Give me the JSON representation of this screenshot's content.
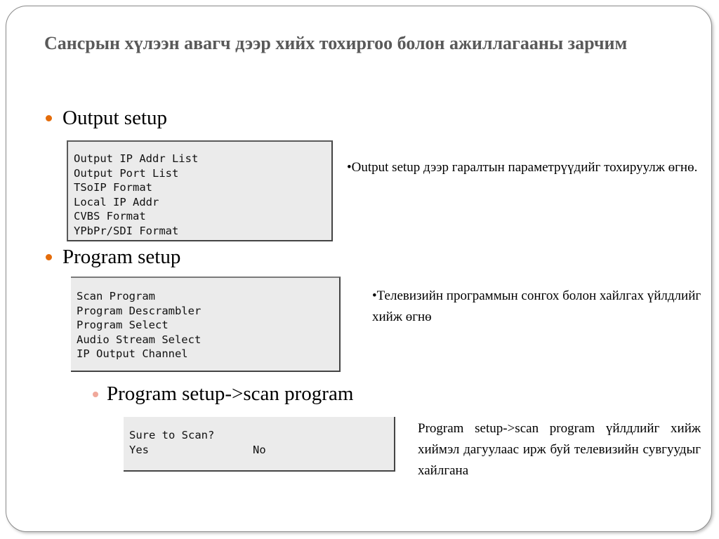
{
  "slide": {
    "title": "Сансрын хүлээн авагч дээр хийх тохиргоо болон ажиллагааны зарчим",
    "colors": {
      "bullet": "#e46c0a",
      "sub_bullet": "#f0a89a",
      "title": "#595959",
      "menu_bg": "#ebebeb"
    },
    "sections": [
      {
        "heading": "Output setup",
        "menu": [
          "Output IP Addr List",
          "Output Port List",
          "TSoIP Format",
          "Local IP Addr",
          "CVBS Format",
          "YPbPr/SDI Format"
        ],
        "description": "•Output setup дээр гаралтын параметрүүдийг тохируулж өгнө."
      },
      {
        "heading": "Program setup",
        "menu": [
          "Scan Program",
          "Program Descrambler",
          "Program Select",
          "Audio Stream Select",
          "IP Output Channel"
        ],
        "description": "•Телевизийн программын сонгох болон хайлгах үйлдлийг хийж өгнө"
      },
      {
        "heading": "Program setup->scan program",
        "menu_prompt": "Sure to Scan?",
        "menu_options": [
          "Yes",
          "No"
        ],
        "description": "Program setup->scan program үйлдлийг хийж хиймэл дагуулаас ирж буй телевизийн сувгуудыг хайлгана"
      }
    ]
  }
}
